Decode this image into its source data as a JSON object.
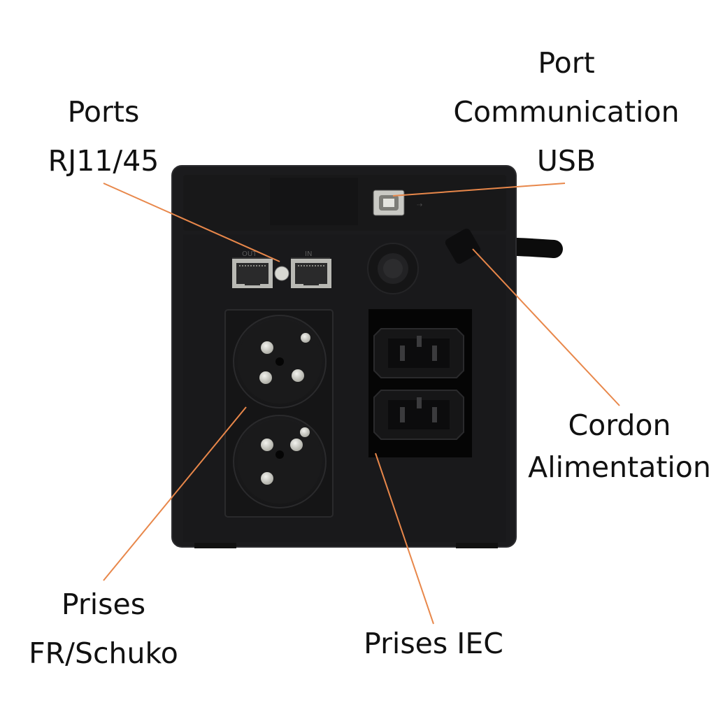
{
  "colors": {
    "background": "#ffffff",
    "label_text": "#111111",
    "leader_line": "#e8874a",
    "device_body": "#1b1b1d",
    "device_panel": "#121214",
    "cable": "#0c0c0c"
  },
  "labels": {
    "usb": [
      "Port",
      "Communication",
      "USB"
    ],
    "rj": [
      "Ports",
      "RJ11/45"
    ],
    "power_cord": [
      "Cordon",
      "Alimentation"
    ],
    "schuko": [
      "Prises",
      "FR/Schuko"
    ],
    "iec": [
      "Prises IEC"
    ]
  },
  "device_markings": {
    "rj_out": "OUT",
    "rj_in": "IN"
  },
  "icons": {
    "usb_port": "usb-b-port-icon",
    "rj45_port": "rj45-jack-icon",
    "breaker": "circuit-breaker-icon",
    "schuko_socket": "schuko-socket-icon",
    "iec_socket": "iec-c13-socket-icon"
  }
}
